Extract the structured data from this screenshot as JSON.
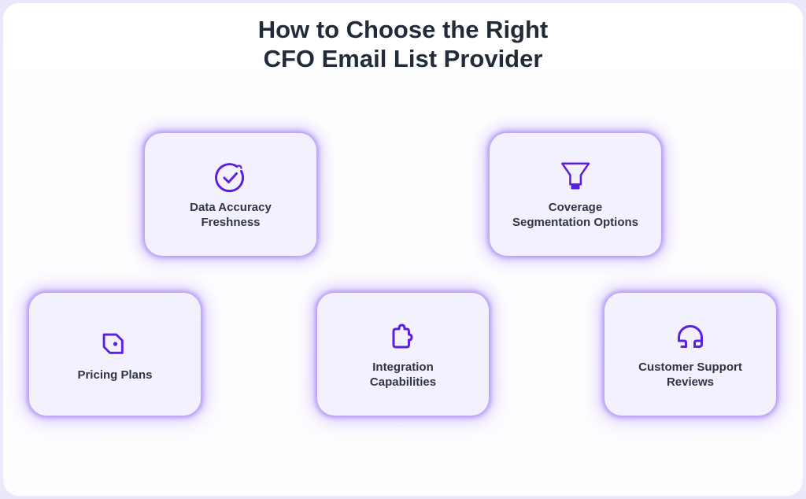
{
  "title": {
    "line1": "How to Choose the Right",
    "line2": "CFO Email List Provider"
  },
  "colors": {
    "accent": "#5b1ee6",
    "title_text": "#222b3a",
    "card_text": "#2f3542",
    "card_bg": "#f3f1fe",
    "glow": "#8c64f0",
    "page_bg": "#ece8fb"
  },
  "cards": [
    {
      "icon": "check-circle-icon",
      "line1": "Data Accuracy",
      "line2": "Freshness"
    },
    {
      "icon": "funnel-icon",
      "line1": "Coverage",
      "line2": "Segmentation Options"
    },
    {
      "icon": "price-tag-icon",
      "line1": "Pricing Plans",
      "line2": ""
    },
    {
      "icon": "puzzle-piece-icon",
      "line1": "Integration",
      "line2": "Capabilities"
    },
    {
      "icon": "headset-icon",
      "line1": "Customer Support",
      "line2": "Reviews"
    }
  ]
}
